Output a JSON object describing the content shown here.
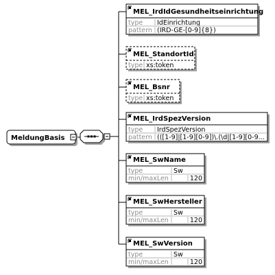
{
  "root": {
    "name": "MeldungBasis"
  },
  "sequence": {
    "symbol": "sequence-compositor-icon"
  },
  "children": [
    {
      "name": "MEL_IrdIdGesundheitseinrichtung",
      "optional": false,
      "props": [
        {
          "key": "type",
          "value": "IdEinrichtung"
        },
        {
          "key": "pattern",
          "value": "(IRD-GE-[0-9]{8})"
        }
      ]
    },
    {
      "name": "MEL_StandortId",
      "optional": true,
      "props": [
        {
          "key": "type",
          "value": "xs:token"
        }
      ]
    },
    {
      "name": "MEL_Bsnr",
      "optional": true,
      "props": [
        {
          "key": "type",
          "value": "xs:token"
        }
      ]
    },
    {
      "name": "MEL_IrdSpezVersion",
      "optional": false,
      "props": [
        {
          "key": "type",
          "value": "IrdSpezVersion"
        },
        {
          "key": "pattern",
          "value": "(([1-9]|[1-9][0-9])\\.(\\d|[1-9][0-9..."
        }
      ]
    },
    {
      "name": "MEL_SwName",
      "optional": false,
      "props": [
        {
          "key": "type",
          "value": "Sw"
        },
        {
          "key": "min/maxLen",
          "value": "",
          "value2": "120"
        }
      ]
    },
    {
      "name": "MEL_SwHersteller",
      "optional": false,
      "props": [
        {
          "key": "type",
          "value": "Sw"
        },
        {
          "key": "min/maxLen",
          "value": "",
          "value2": "120"
        }
      ]
    },
    {
      "name": "MEL_SwVersion",
      "optional": false,
      "props": [
        {
          "key": "type",
          "value": "Sw"
        },
        {
          "key": "min/maxLen",
          "value": "",
          "value2": "120"
        }
      ]
    }
  ],
  "colors": {
    "border": "#000000",
    "divider": "#b4b4b4",
    "shadow": "#a0a0a0",
    "label_gray": "#8c8c8c"
  }
}
